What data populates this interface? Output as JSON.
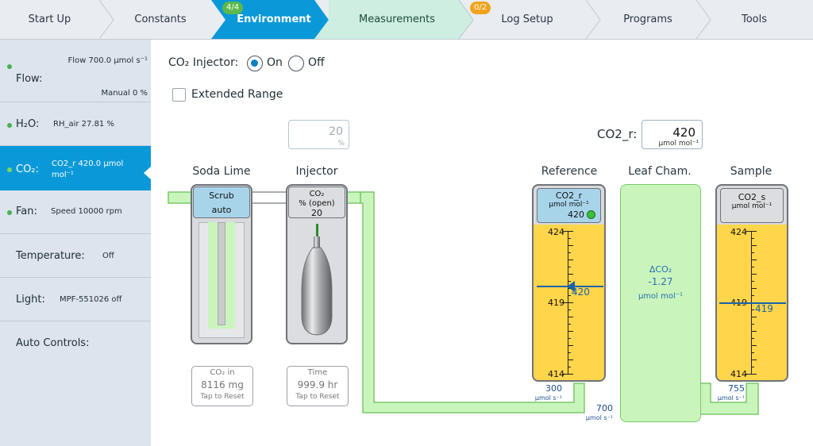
{
  "nav": {
    "tabs": [
      {
        "label": "Start Up"
      },
      {
        "label": "Constants"
      },
      {
        "label": "Environment",
        "badge": "4/4"
      },
      {
        "label": "Measurements"
      },
      {
        "label": "Log Setup",
        "badge": "0/2"
      },
      {
        "label": "Programs"
      },
      {
        "label": "Tools"
      }
    ],
    "colors": {
      "active": "#0a99d8",
      "measurements": "#cdeee0",
      "inactive": "#e9ecf1"
    }
  },
  "sidebar": {
    "items": [
      {
        "name": "Flow:",
        "value": "Flow 700.0 µmol s⁻¹",
        "value2": "Manual 0 %"
      },
      {
        "name": "H₂O:",
        "value": "RH_air 27.81 %"
      },
      {
        "name": "CO₂:",
        "value": "CO2_r 420.0 µmol mol⁻¹"
      },
      {
        "name": "Fan:",
        "value": "Speed 10000 rpm"
      },
      {
        "name": "Temperature:",
        "value": "Off"
      },
      {
        "name": "Light:",
        "value": "MPF-551026 off"
      },
      {
        "name": "Auto Controls:"
      }
    ]
  },
  "injector_control": {
    "label": "CO₂ Injector:",
    "on_label": "On",
    "off_label": "Off",
    "selected": "On"
  },
  "extended_range": {
    "label": "Extended Range",
    "checked": false
  },
  "injector_pct": {
    "value": "20",
    "unit": "%"
  },
  "co2r_setpoint": {
    "label": "CO2_r:",
    "value": "420",
    "unit": "µmol mol⁻¹"
  },
  "soda_lime": {
    "title": "Soda Lime",
    "cap_line1": "Scrub",
    "cap_line2": "auto",
    "stat_label": "CO₂ in",
    "stat_value": "8116 mg",
    "stat_action": "Tap to Reset"
  },
  "injector": {
    "title": "Injector",
    "cap_line1": "CO₂",
    "cap_line2": "% (open)",
    "cap_line3": "20",
    "stat_label": "Time",
    "stat_value": "999.9 hr",
    "stat_action": "Tap to Reset"
  },
  "reference": {
    "title": "Reference",
    "cap_line1": "CO2_r",
    "cap_line2": "µmol mol⁻¹",
    "cap_value": "420",
    "scale_top": "424",
    "scale_mid": "419",
    "scale_bottom": "414",
    "readout": "420",
    "flow": "300",
    "flow_unit": "µmol s⁻¹"
  },
  "leaf_chamber": {
    "title": "Leaf Cham.",
    "delta_label": "ΔCO₂",
    "delta_value": "-1.27",
    "delta_unit": "µmol mol⁻¹"
  },
  "sample": {
    "title": "Sample",
    "cap_line1": "CO2_s",
    "cap_line2": "µmol mol⁻¹",
    "scale_top": "424",
    "scale_mid": "419",
    "scale_bottom": "414",
    "readout": "419",
    "flow": "755",
    "flow_unit": "µmol s⁻¹"
  },
  "total_flow": {
    "value": "700",
    "unit": "µmol s⁻¹"
  }
}
